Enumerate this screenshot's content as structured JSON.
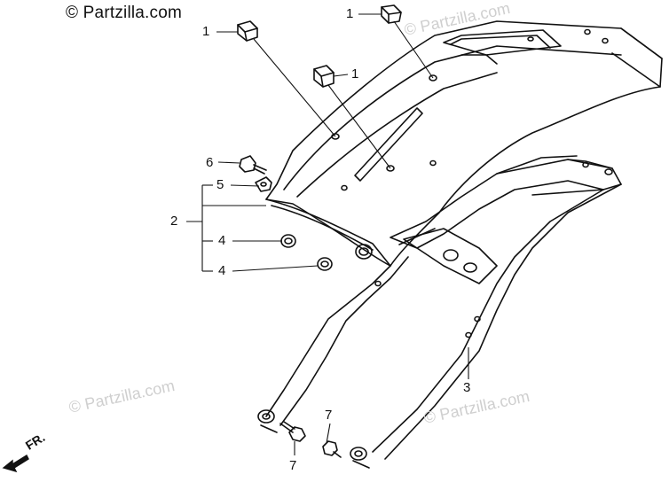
{
  "copyright": "© Partzilla.com",
  "watermark": "© Partzilla.com",
  "direction_label": "FR.",
  "callouts": {
    "c1a": "1",
    "c1b": "1",
    "c1c": "1",
    "c2": "2",
    "c3": "3",
    "c4a": "4",
    "c4b": "4",
    "c5": "5",
    "c6": "6",
    "c7a": "7",
    "c7b": "7"
  },
  "colors": {
    "line": "#111111",
    "watermark": "#cfcfcf",
    "background": "#ffffff"
  }
}
